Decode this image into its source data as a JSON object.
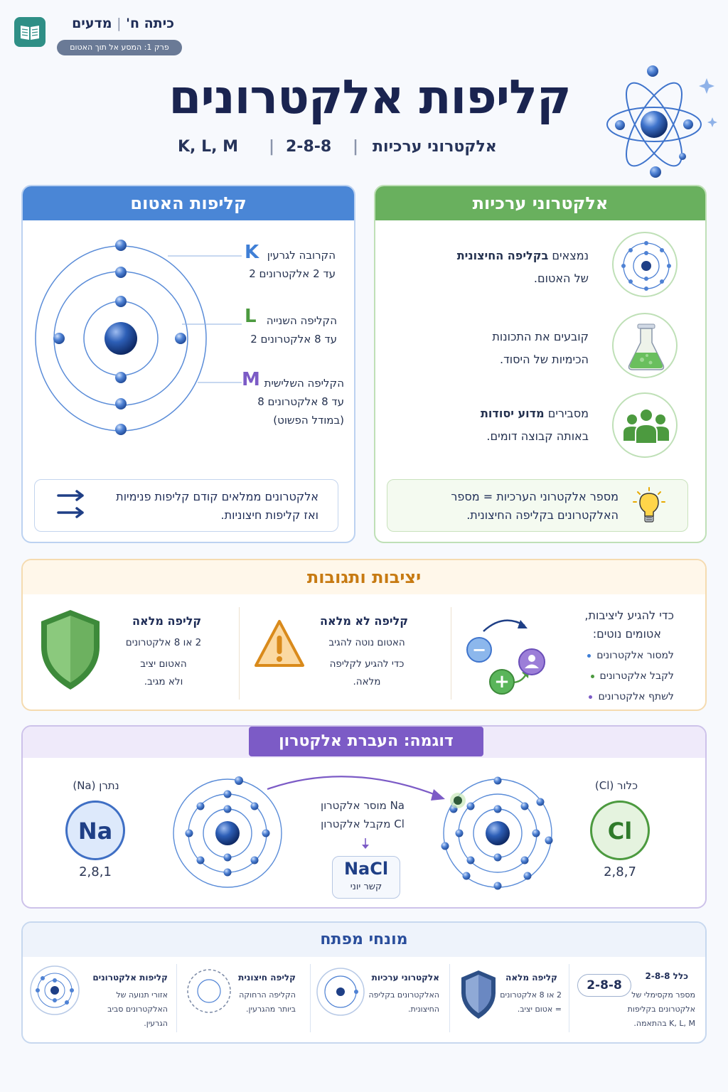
{
  "header": {
    "subject": "מדעים",
    "grade": "כיתה ח'",
    "chapter": "פרק 1: המסע אל תוך האטום",
    "title": "קליפות אלקטרונים",
    "subtitle_parts": [
      "אלקטרוני ערכיות",
      "2-8-8",
      "K, L, M"
    ],
    "separator": "|"
  },
  "shells_panel": {
    "heading": "קליפות האטום",
    "shells": [
      {
        "letter": "K",
        "line1": "הקרובה לגרעין",
        "line2": "עד 2 אלקטרונים 2",
        "color": "#3f7fd6"
      },
      {
        "letter": "L",
        "line1": "הקליפה השנייה",
        "line2": "עד 8 אלקטרונים 2",
        "color": "#4c9a3f"
      },
      {
        "letter": "M",
        "line1": "הקליפה השלישית",
        "line2": "עד 8 אלקטרונים 8",
        "line3": "(במודל הפשוט)",
        "color": "#7c5bc6"
      }
    ],
    "note_line1": "אלקטרונים ממלאים קודם קליפות פנימיות",
    "note_line2": "ואז קליפות חיצוניות."
  },
  "valence_panel": {
    "heading": "אלקטרוני ערכיות",
    "items": [
      {
        "line1_bold": "בקליפה החיצונית",
        "line1_pre": "נמצאים ",
        "line2": "של האטום.",
        "icon": "atom-icon"
      },
      {
        "line1": "קובעים את התכונות",
        "line2": "הכימיות של היסוד.",
        "icon": "flask-icon"
      },
      {
        "line1_bold": "מדוע יסודות",
        "line1_pre": "מסבירים ",
        "line2": "באותה קבוצה דומים.",
        "icon": "people-icon"
      }
    ],
    "note_line1": "מספר אלקטרוני הערכיות = מספר",
    "note_line2": "האלקטרונים בקליפה החיצונית."
  },
  "stability_panel": {
    "heading": "יציבות ותגובות",
    "full_shell": {
      "title": "קליפה מלאה",
      "lines": [
        "2 או 8 אלקטרונים",
        "האטום יציב",
        "ולא מגיב."
      ]
    },
    "not_full_shell": {
      "title": "קליפה לא מלאה",
      "lines": [
        "האטום נוטה להגיב",
        "כדי להגיע לקליפה",
        "מלאה."
      ]
    },
    "reach_stability": {
      "title_line1": "כדי להגיע ליציבות,",
      "title_line2": "אטומים נוטים:",
      "bullets": [
        {
          "text": "למסור אלקטרונים",
          "color": "#3f7fd6"
        },
        {
          "text": "לקבל אלקטרונים",
          "color": "#4c9a3f"
        },
        {
          "text": "לשתף אלקטרונים",
          "color": "#7c5bc6"
        }
      ],
      "minus": "−",
      "plus": "+"
    }
  },
  "example_panel": {
    "heading": "דוגמה: העברת אלקטרון",
    "sodium": {
      "name": "נתרן (Na)",
      "symbol": "Na",
      "config": "2,8,1"
    },
    "chlorine": {
      "name": "כלור (Cl)",
      "symbol": "Cl",
      "config": "2,8,7"
    },
    "note_line1": "Na מוסר אלקטרון",
    "note_line2": "Cl מקבל אלקטרון",
    "product": "NaCl",
    "bond": "קשר יוני"
  },
  "terms_panel": {
    "heading": "מונחי מפתח",
    "terms": [
      {
        "title": "קליפות אלקטרונים",
        "lines": [
          "אזורי תנועה של",
          "האלקטרונים סביב",
          "הגרעין."
        ]
      },
      {
        "title": "קליפה חיצונית",
        "lines": [
          "הקליפה הרחוקה",
          "ביותר מהגרעין."
        ]
      },
      {
        "title": "אלקטרוני ערכיות",
        "lines": [
          "האלקטרונים בקליפה",
          "החיצונית."
        ]
      },
      {
        "title": "קליפה מלאה",
        "lines": [
          "2 או 8 אלקטרונים",
          "= אטום יציב."
        ]
      },
      {
        "title": "כלל 2-8-8",
        "lines": [
          "מספר מקסימלי של",
          "אלקטרונים בקליפות",
          "K, L, M בהתאמה."
        ],
        "pill": "2-8-8"
      }
    ]
  },
  "colors": {
    "blue": "#4a86d6",
    "green": "#69b05e",
    "orange": "#c77a12",
    "purple": "#7c5bc6",
    "navy": "#1a2450"
  }
}
